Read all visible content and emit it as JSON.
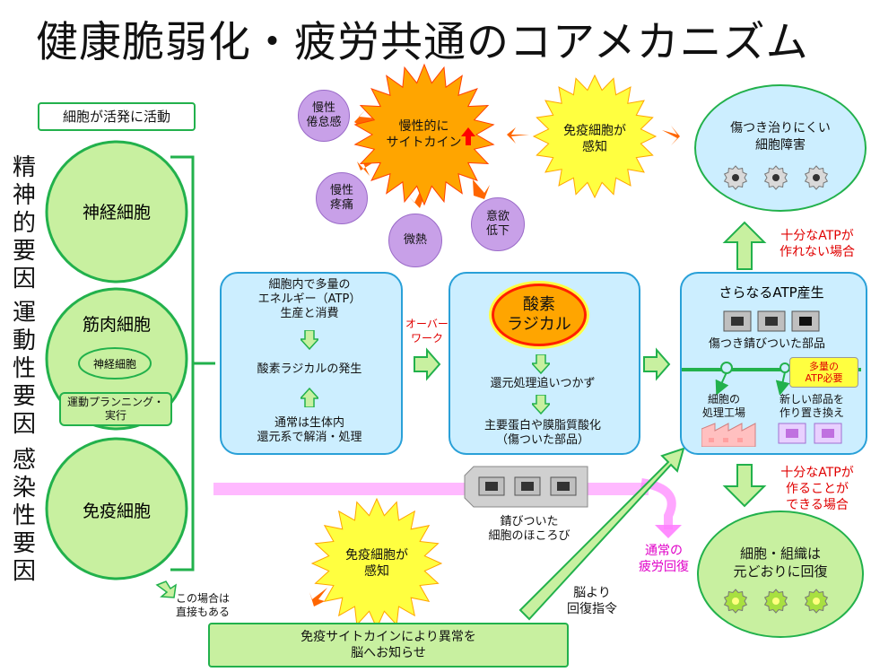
{
  "title": "健康脆弱化・疲労共通のコアメカニズム",
  "factors": [
    "精神的要因",
    "運動性要因",
    "感染性要因"
  ],
  "cells": {
    "active_label": "細胞が活発に活動",
    "nerve": "神経細胞",
    "muscle": "筋肉細胞",
    "muscle_inner": "神経細胞",
    "motor_planning": "運動プランニング・\n実行",
    "immune": "免疫細胞"
  },
  "cytokine_sun": "慢性的に\nサイトカイン",
  "symptoms": [
    "慢性\n倦怠感",
    "慢性\n疼痛",
    "微熱",
    "意欲\n低下"
  ],
  "immune_detect_top": "免疫細胞が\n感知",
  "damage_cloud": "傷つき治りにくい\n細胞障害",
  "box1": {
    "top": "細胞内で多量の\nエネルギー（ATP）\n生産と消費",
    "mid": "酸素ラジカルの発生",
    "bottom": "通常は生体内\n還元系で解消・処理"
  },
  "overwork": "オーバー\nワーク",
  "box2": {
    "radical": "酸素\nラジカル",
    "mid": "還元処理追いつかず",
    "bottom": "主要蛋白や膜脂質酸化\n（傷ついた部品）"
  },
  "box3": {
    "title": "さらなるATP産生",
    "parts": "傷つき錆びついた部品",
    "atp_needed": "多量の\nATP必要",
    "factory": "細胞の\n処理工場",
    "new_parts": "新しい部品を\n作り置き換え"
  },
  "insufficient": "十分なATPが\n作れない場合",
  "sufficient": "十分なATPが\n作ることが\nできる場合",
  "recover_cloud": "細胞・組織は\n元どおりに回復",
  "rusted_label": "錆びついた\n細胞のほころび",
  "normal_recovery": "通常の\n疲労回復",
  "immune_detect_bottom": "免疫細胞が\n感知",
  "direct_note": "この場合は\n直接もある",
  "brain_notice": "免疫サイトカインにより異常を\n脳へお知らせ",
  "brain_recovery": "脳より\n回復指令",
  "colors": {
    "green": "#22b14c",
    "light_green": "#c8f0a0",
    "light_blue": "#cceeff",
    "purple": "#c8a0e8",
    "orange": "#ffa500",
    "yellow": "#ffff40",
    "pink": "#ff80ff"
  }
}
